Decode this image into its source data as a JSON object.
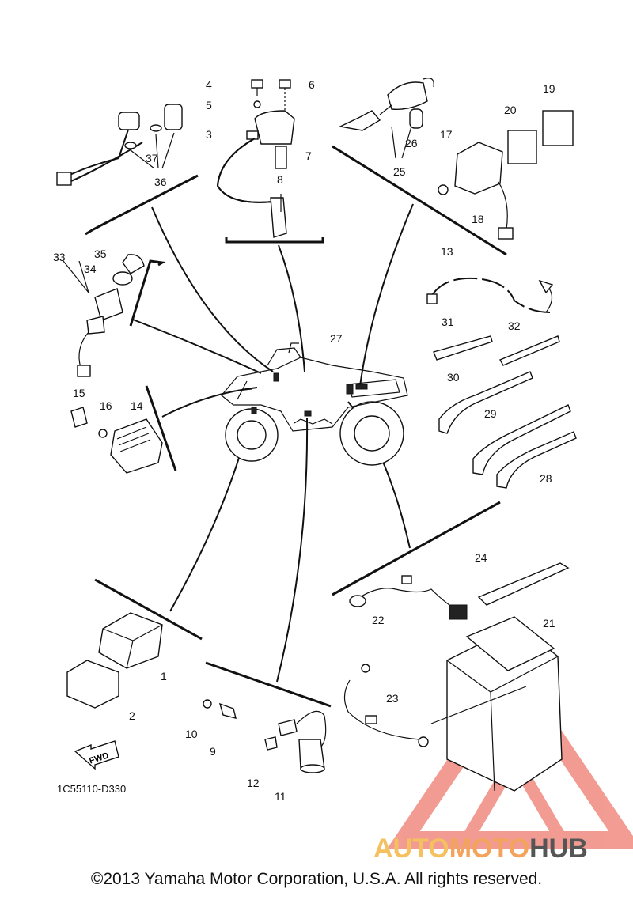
{
  "diagram": {
    "drawing_code": "1C55110-D330",
    "fwd_label": "FWD",
    "part_numbers": [
      "1",
      "2",
      "3",
      "4",
      "5",
      "6",
      "7",
      "8",
      "9",
      "10",
      "11",
      "12",
      "13",
      "14",
      "15",
      "16",
      "17",
      "18",
      "19",
      "20",
      "21",
      "22",
      "23",
      "24",
      "25",
      "26",
      "27",
      "28",
      "29",
      "30",
      "31",
      "32",
      "33",
      "34",
      "35",
      "36",
      "37"
    ]
  },
  "watermark": {
    "part1": "AUTO",
    "part2": "MOTO",
    "part3": "HUB",
    "color_yellow": "#f5c060",
    "color_orange": "#f3a35c",
    "color_red": "#e84a3a",
    "color_gray": "#555555"
  },
  "footer": {
    "copyright": "©2013 Yamaha Motor Corporation, U.S.A. All rights reserved."
  }
}
